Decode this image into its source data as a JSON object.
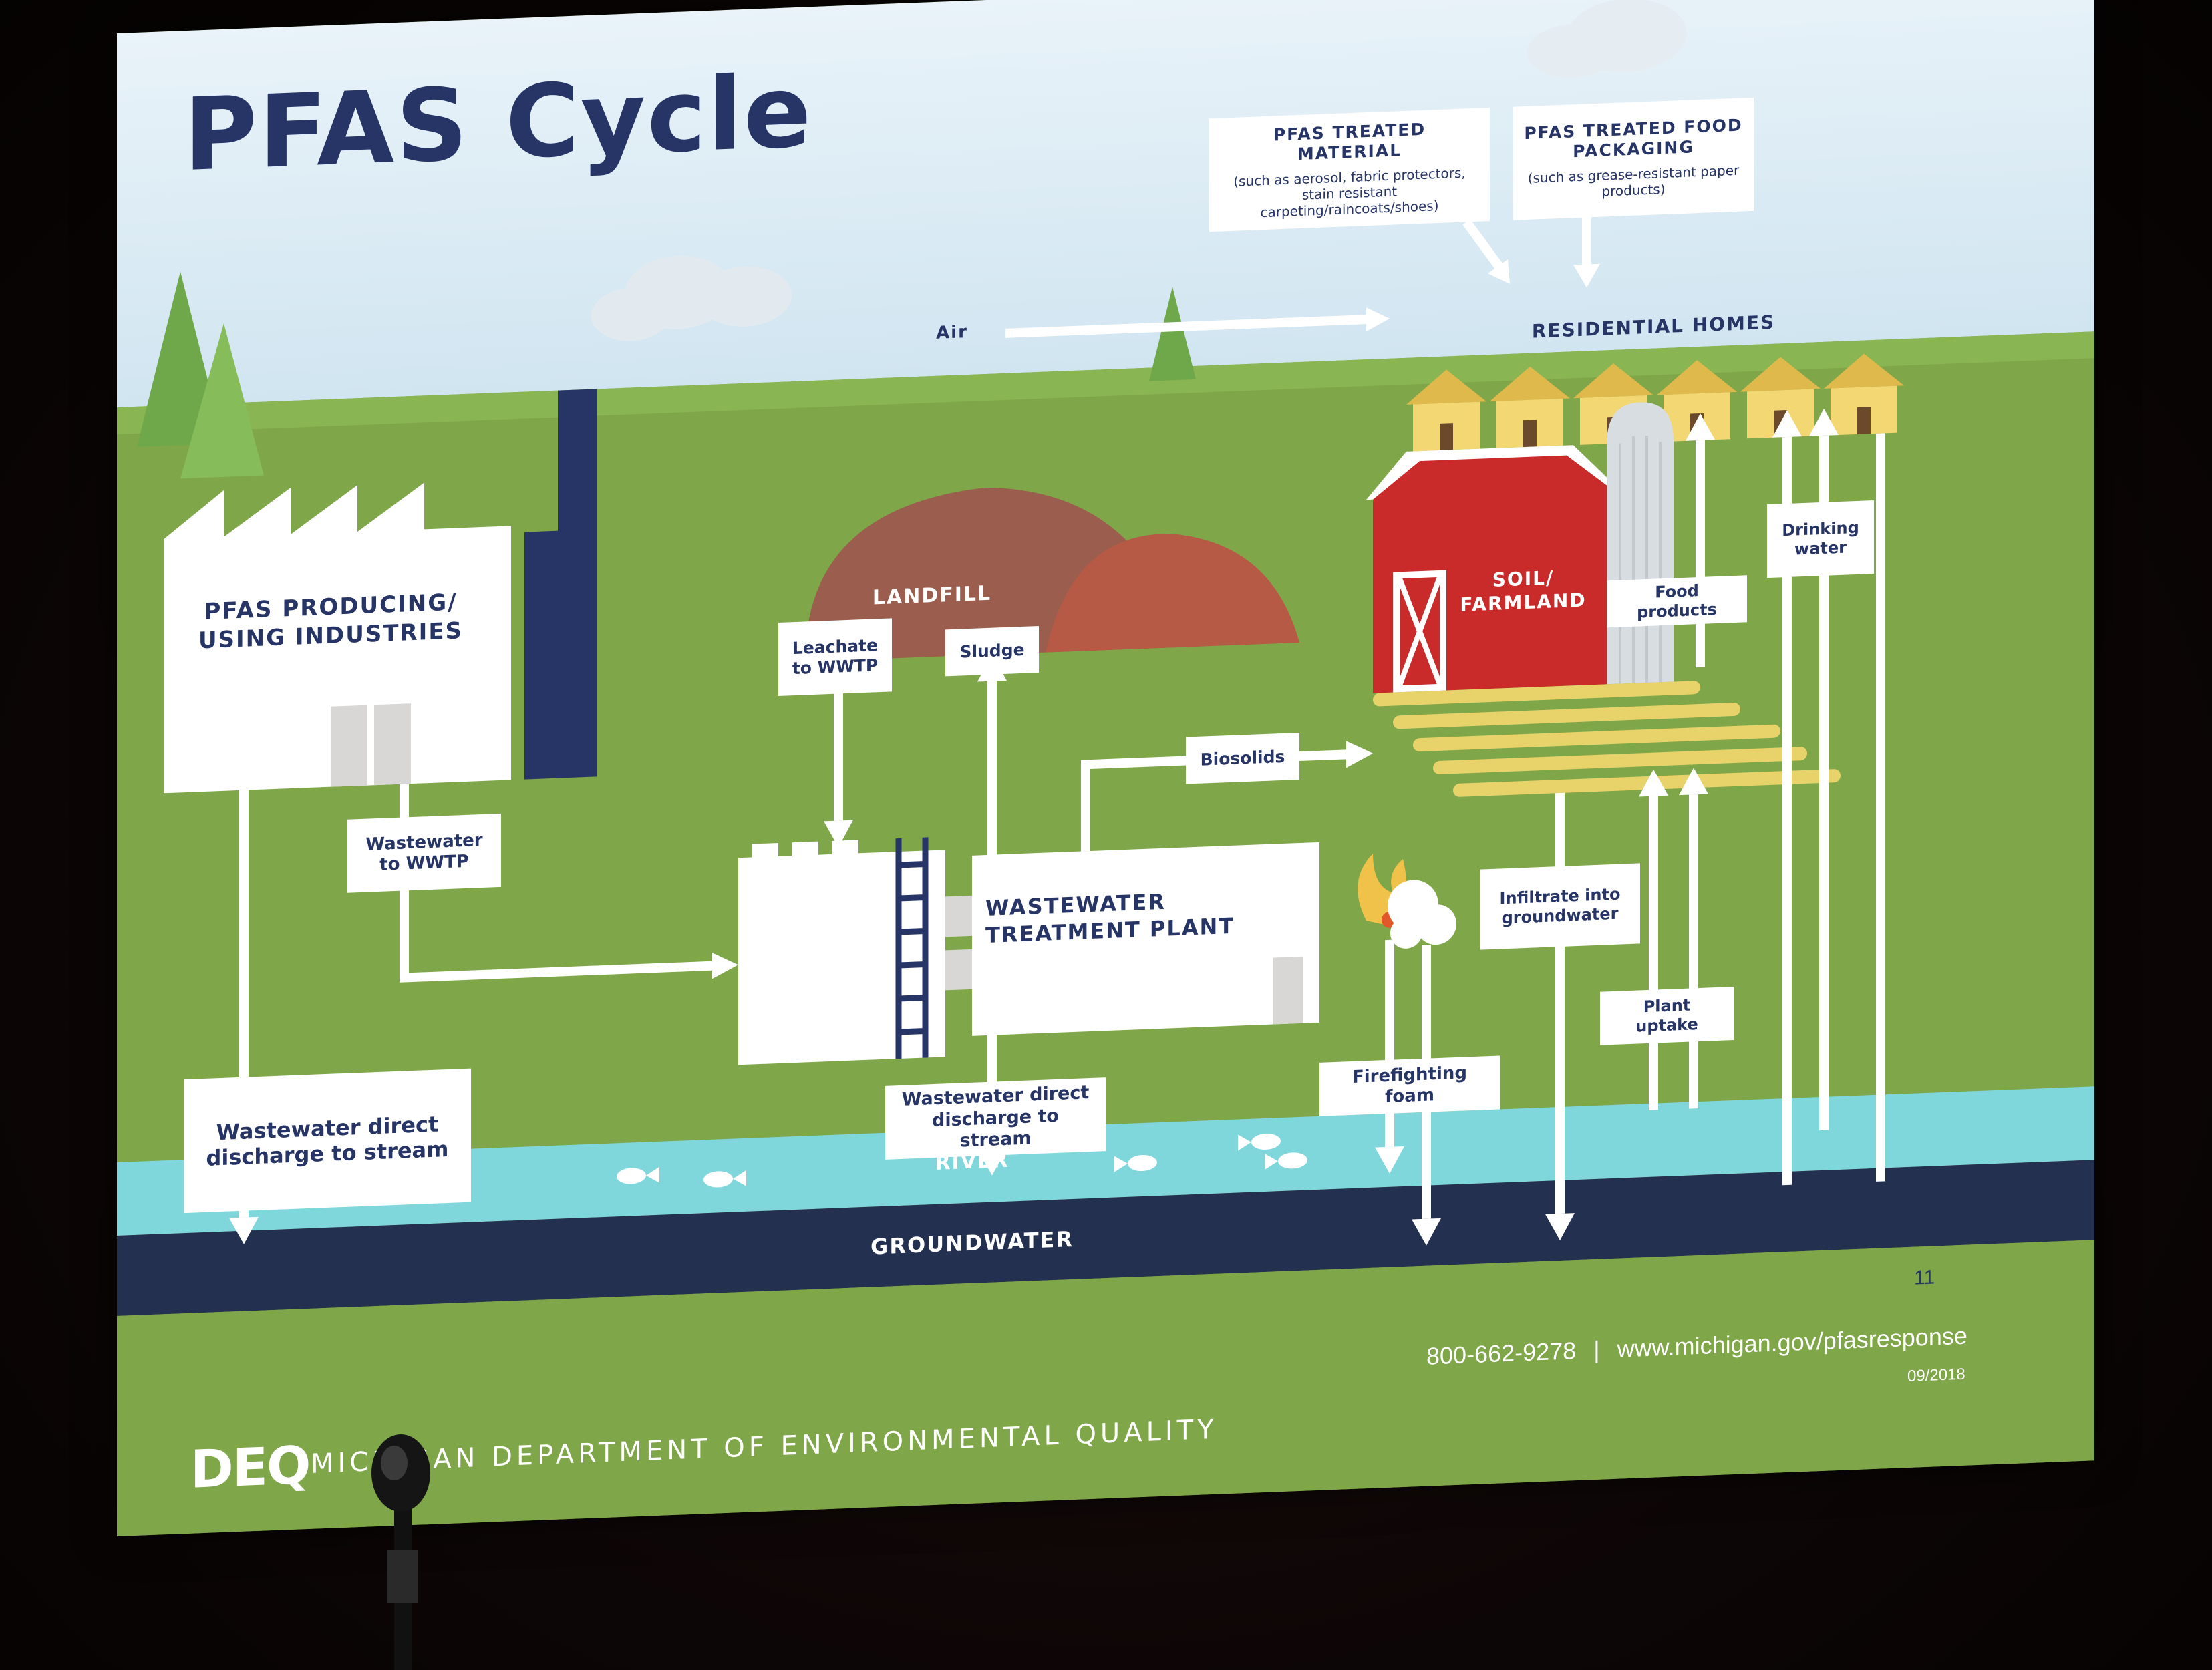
{
  "title": "PFAS Cycle",
  "callouts": {
    "treated_material_title": "PFAS TREATED MATERIAL",
    "treated_material_note": "(such as aerosol, fabric protectors, stain resistant carpeting/raincoats/shoes)",
    "food_packaging_title": "PFAS TREATED FOOD PACKAGING",
    "food_packaging_note": "(such as grease-resistant paper products)"
  },
  "labels": {
    "residential_homes": "RESIDENTIAL HOMES",
    "air": "Air",
    "landfill": "LANDFILL",
    "industries": "PFAS PRODUCING/ USING INDUSTRIES",
    "soil_farmland": "SOIL/ FARMLAND",
    "wwtp": "WASTEWATER TREATMENT PLANT",
    "river": "RIVER",
    "groundwater": "GROUNDWATER"
  },
  "flow_boxes": {
    "leachate": "Leachate to WWTP",
    "sludge": "Sludge",
    "biosolids": "Biosolids",
    "wastewater_to_wwtp": "Wastewater to WWTP",
    "direct_discharge_industry": "Wastewater direct discharge to stream",
    "direct_discharge_plant": "Wastewater direct discharge to stream",
    "firefighting_foam": "Firefighting foam",
    "infiltrate": "Infiltrate into groundwater",
    "plant_uptake": "Plant uptake",
    "food_products": "Food products",
    "drinking_water": "Drinking water"
  },
  "footer": {
    "logo": "DEQ",
    "org": "MICHIGAN DEPARTMENT OF ENVIRONMENTAL QUALITY",
    "phone": "800-662-9278",
    "separator": "|",
    "website": "www.michigan.gov/pfasresponse",
    "date": "09/2018",
    "page_number": "11"
  },
  "colors": {
    "navy": "#263466",
    "grass": "#7fa649",
    "river": "#7fd7dc",
    "groundwater": "#24304f",
    "barn_red": "#c92a2a",
    "landfill_brown": "#9a5d4e",
    "field_yellow": "#e8d36b",
    "house_yellow": "#f3d772"
  }
}
